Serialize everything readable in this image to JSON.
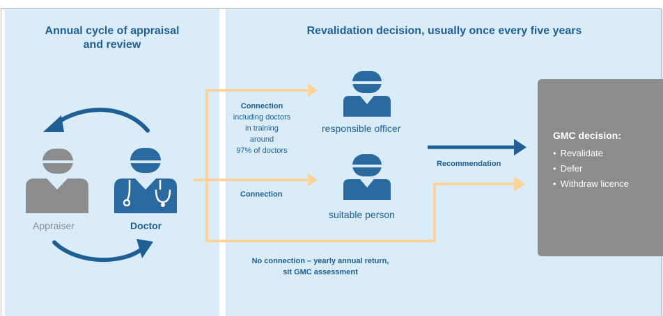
{
  "left_panel": {
    "heading": "Annual cycle of appraisal\nand review",
    "appraiser_label": "Appraiser",
    "doctor_label": "Doctor"
  },
  "right_panel": {
    "heading": "Revalidation decision, usually once every five years",
    "connection_1": {
      "title": "Connection",
      "line1": "including doctors",
      "line2": "in training",
      "line3": "around",
      "line4": "97% of doctors"
    },
    "connection_2": "Connection",
    "no_connection": "No connection – yearly annual return,\nsit GMC assessment",
    "responsible_officer": "responsible officer",
    "suitable_person": "suitable person",
    "recommendation": "Recommendation"
  },
  "gmc": {
    "title": "GMC decision:",
    "options": [
      "Revalidate",
      "Defer",
      "Withdraw licence"
    ]
  },
  "colors": {
    "panel_bg": "#d9ecf8",
    "dark_blue": "#1f5f93",
    "figure_blue": "#2a6aa0",
    "orange_arrow": "#fbd39b",
    "grey_figure": "#8c8c8c",
    "gmc_box": "#8c8c8c"
  }
}
